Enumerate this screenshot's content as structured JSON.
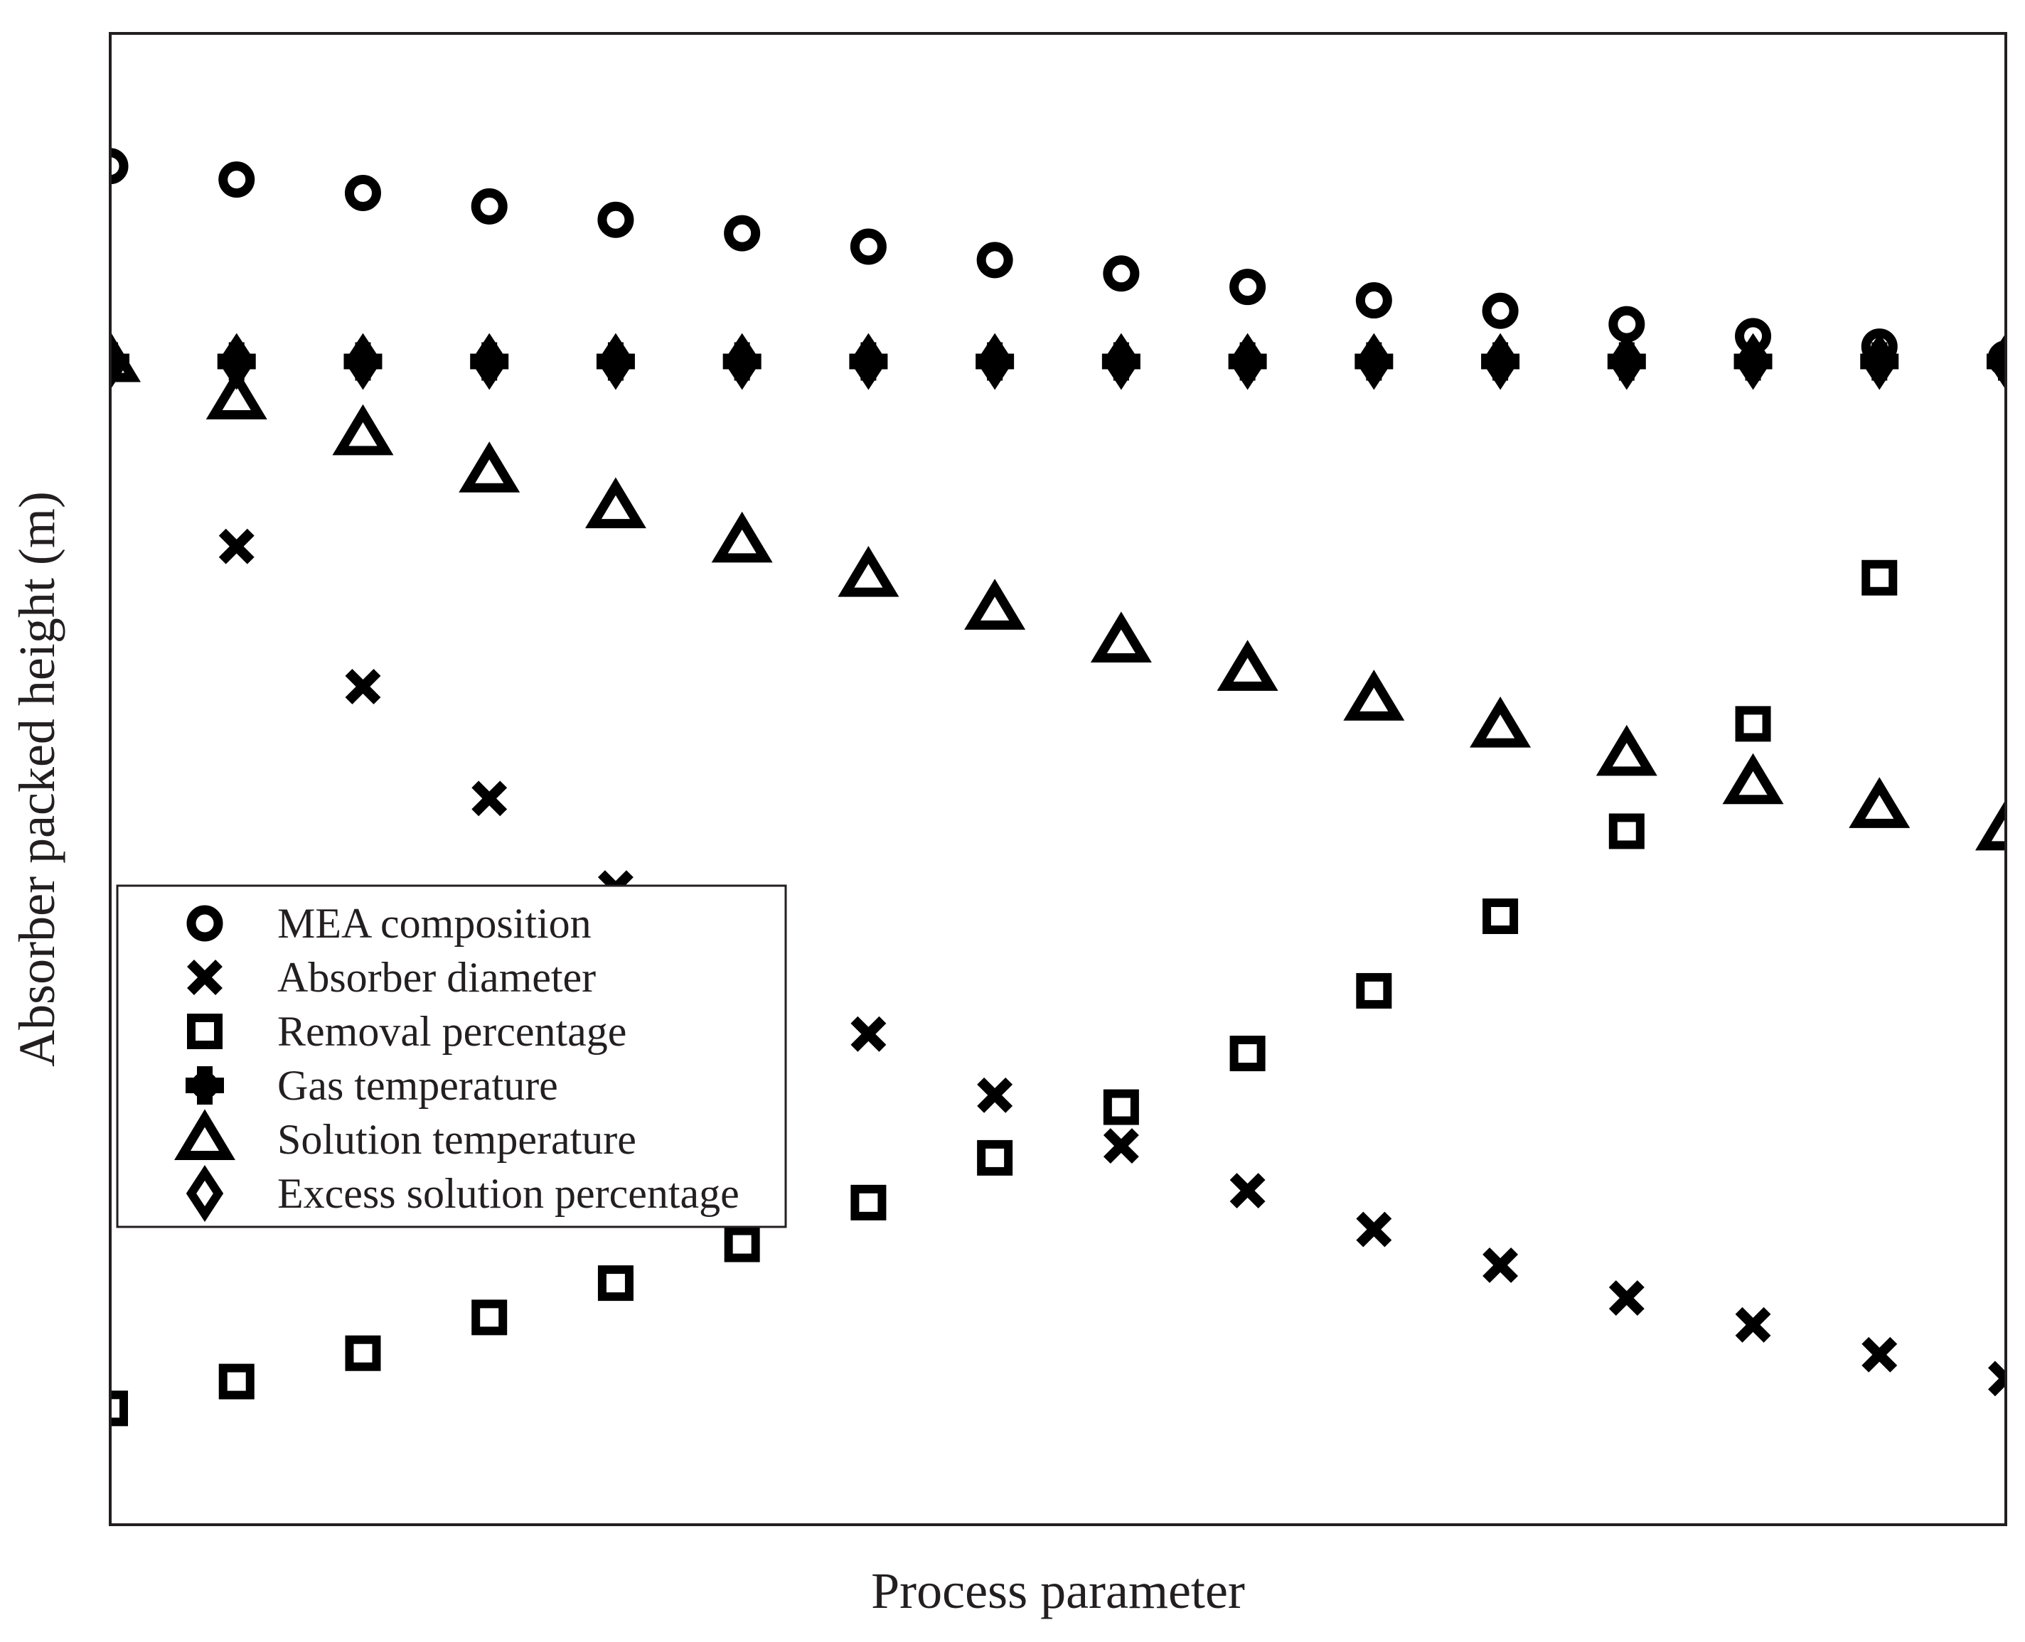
{
  "chart_data": {
    "type": "scatter",
    "title": "",
    "xlabel": "Process parameter",
    "ylabel": "Absorber packed height (m)",
    "x_ticks_shown": false,
    "y_ticks_shown": false,
    "grid": false,
    "legend_position": "lower-left",
    "xlim": [
      0,
      15
    ],
    "ylim": [
      0,
      1
    ],
    "series": [
      {
        "name": "MEA composition",
        "marker": "circle",
        "x": [
          0,
          1,
          2,
          3,
          4,
          5,
          6,
          7,
          8,
          9,
          10,
          11,
          12,
          13,
          14,
          15
        ],
        "y": [
          0.911,
          0.902,
          0.893,
          0.884,
          0.875,
          0.866,
          0.857,
          0.848,
          0.839,
          0.83,
          0.821,
          0.814,
          0.805,
          0.797,
          0.79,
          0.782
        ]
      },
      {
        "name": "Absorber diameter",
        "marker": "x",
        "x": [
          1,
          2,
          3,
          4,
          6,
          7,
          8,
          9,
          10,
          11,
          12,
          13,
          14,
          15
        ],
        "y": [
          0.656,
          0.562,
          0.487,
          0.427,
          0.329,
          0.288,
          0.254,
          0.224,
          0.198,
          0.174,
          0.152,
          0.134,
          0.114,
          0.098
        ]
      },
      {
        "name": "Removal percentage",
        "marker": "square",
        "x": [
          0,
          1,
          2,
          3,
          4,
          5,
          6,
          7,
          8,
          9,
          10,
          11,
          12,
          13,
          14
        ],
        "y": [
          0.078,
          0.096,
          0.115,
          0.139,
          0.162,
          0.188,
          0.216,
          0.246,
          0.28,
          0.316,
          0.358,
          0.408,
          0.465,
          0.537,
          0.635
        ]
      },
      {
        "name": "Gas temperature",
        "marker": "filled-cross",
        "x": [
          0,
          1,
          2,
          3,
          4,
          5,
          6,
          7,
          8,
          9,
          10,
          11,
          12,
          13,
          14,
          15
        ],
        "y": [
          0.78,
          0.78,
          0.78,
          0.78,
          0.78,
          0.78,
          0.78,
          0.78,
          0.78,
          0.78,
          0.78,
          0.78,
          0.78,
          0.78,
          0.78,
          0.78
        ]
      },
      {
        "name": "Solution temperature",
        "marker": "triangle",
        "x": [
          0,
          1,
          2,
          3,
          4,
          5,
          6,
          7,
          8,
          9,
          10,
          11,
          12,
          13,
          14,
          15
        ],
        "y": [
          0.78,
          0.755,
          0.731,
          0.706,
          0.682,
          0.659,
          0.636,
          0.614,
          0.592,
          0.573,
          0.553,
          0.535,
          0.516,
          0.497,
          0.481,
          0.466
        ]
      },
      {
        "name": "Excess solution percentage",
        "marker": "diamond",
        "x": [
          0,
          1,
          2,
          3,
          4,
          5,
          6,
          7,
          8,
          9,
          10,
          11,
          12,
          13,
          14,
          15
        ],
        "y": [
          0.78,
          0.78,
          0.78,
          0.78,
          0.78,
          0.78,
          0.78,
          0.78,
          0.78,
          0.78,
          0.78,
          0.78,
          0.78,
          0.78,
          0.78,
          0.78
        ]
      }
    ]
  },
  "colors": {
    "marker": "#000000",
    "axis": "#231f20",
    "text": "#231f20",
    "background": "#ffffff"
  }
}
